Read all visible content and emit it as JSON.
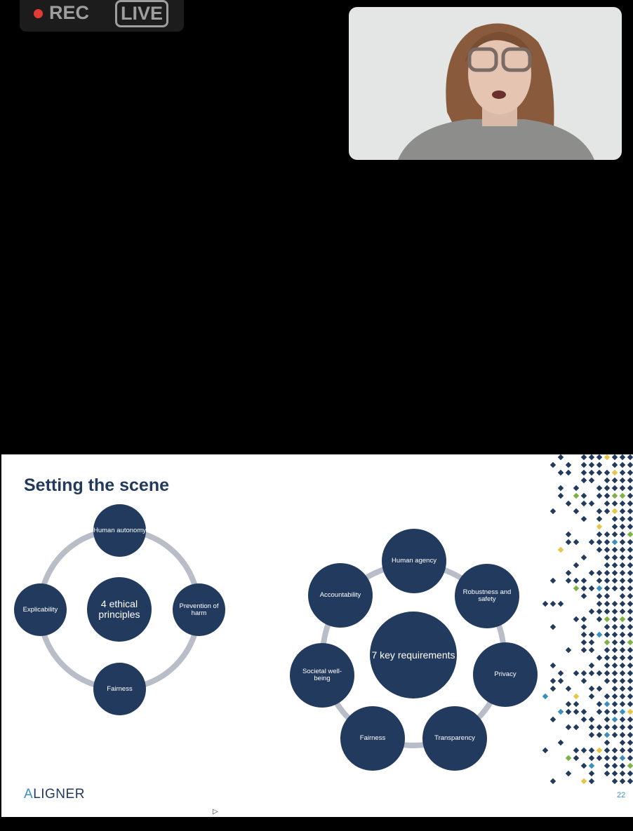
{
  "recording": {
    "rec_label": "REC",
    "live_label": "LIVE"
  },
  "slide": {
    "title": "Setting the scene",
    "principles": {
      "center": "4 ethical principles",
      "nodes": [
        "Human autonomy",
        "Prevention of harm",
        "Fairness",
        "Explicability"
      ]
    },
    "requirements": {
      "center": "7 key requirements",
      "nodes": [
        "Human agency",
        "Robustness and safety",
        "Privacy",
        "Transparency",
        "Fairness",
        "Societal well-being",
        "Accountability"
      ]
    },
    "logo": {
      "accent": "A",
      "rest": "LIGNER"
    },
    "page_number": "22"
  },
  "colors": {
    "navy": "#223a5e",
    "ring": "#b9bdc7",
    "green": "#7cb342",
    "yellow": "#e8c547",
    "blue": "#3a8fc1"
  }
}
